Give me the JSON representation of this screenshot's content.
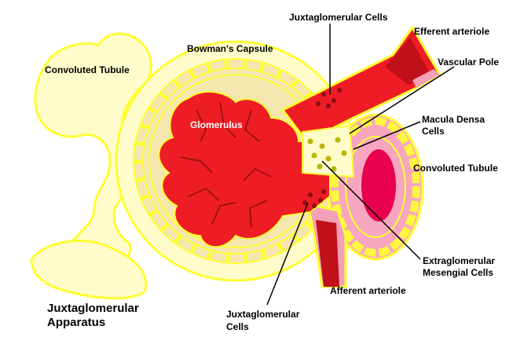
{
  "diagram": {
    "title_line1": "Juxtaglomerular",
    "title_line2": "Apparatus",
    "labels": {
      "convoluted_tubule_left": "Convoluted Tubule",
      "bowmans_capsule": "Bowman's Capsule",
      "glomerulus": "Glomerulus",
      "juxtaglomerular_cells_top": "Juxtaglomerular Cells",
      "efferent_arteriole": "Efferent arteriole",
      "vascular_pole": "Vascular Pole",
      "macula_densa_line1": "Macula Densa",
      "macula_densa_line2": "Cells",
      "convoluted_tubule_right": "Convoluted Tubule",
      "extraglomerular_line1": "Extraglomerular",
      "extraglomerular_line2": "Mesengial Cells",
      "afferent_arteriole": "Afferent arteriole",
      "juxtaglomerular_cells_bottom_line1": "Juxtaglomerular",
      "juxtaglomerular_cells_bottom_line2": "Cells"
    },
    "colors": {
      "tubule_fill": "#fffccc",
      "outline_yellow": "#ffff33",
      "capsule_space": "#f5e6b0",
      "glomerulus_red": "#ee1c24",
      "arteriole_dark": "#c0101a",
      "arteriole_pink": "#f4a0b8",
      "tubule_pink": "#f7a6c0",
      "lumen_magenta": "#e8004e",
      "dot_brown": "#8b0d12",
      "dot_olive": "#b9b400",
      "pointer": "#000000"
    }
  }
}
